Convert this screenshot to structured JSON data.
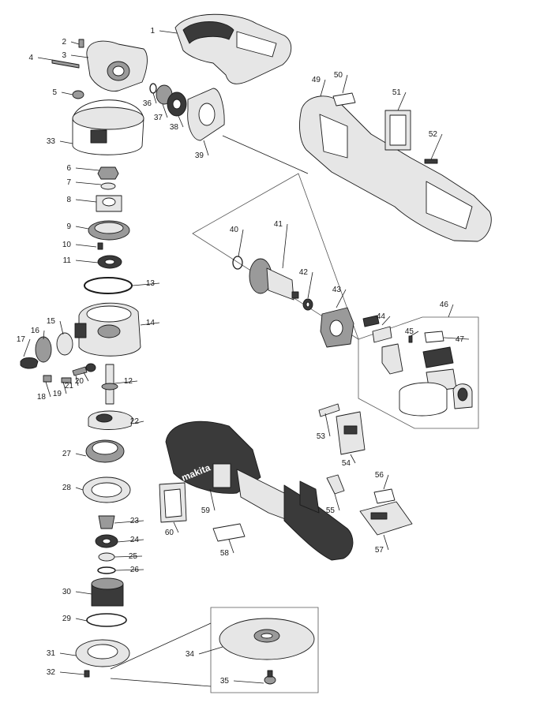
{
  "diagram": {
    "callouts": [
      "1",
      "2",
      "3",
      "4",
      "5",
      "6",
      "7",
      "8",
      "9",
      "10",
      "11",
      "12",
      "13",
      "14",
      "15",
      "16",
      "17",
      "18",
      "19",
      "20",
      "21",
      "22",
      "23",
      "24",
      "25",
      "26",
      "27",
      "28",
      "29",
      "30",
      "31",
      "32",
      "33",
      "34",
      "35",
      "36",
      "37",
      "38",
      "39",
      "40",
      "41",
      "42",
      "43",
      "44",
      "45",
      "46",
      "47",
      "49",
      "50",
      "51",
      "52",
      "53",
      "54",
      "55",
      "56",
      "57",
      "58",
      "59",
      "60"
    ],
    "logo_text": "makita",
    "colors": {
      "ink": "#1a1a1a",
      "dark": "#3a3a3a",
      "mid": "#9a9a9a",
      "light": "#e6e6e6"
    }
  }
}
